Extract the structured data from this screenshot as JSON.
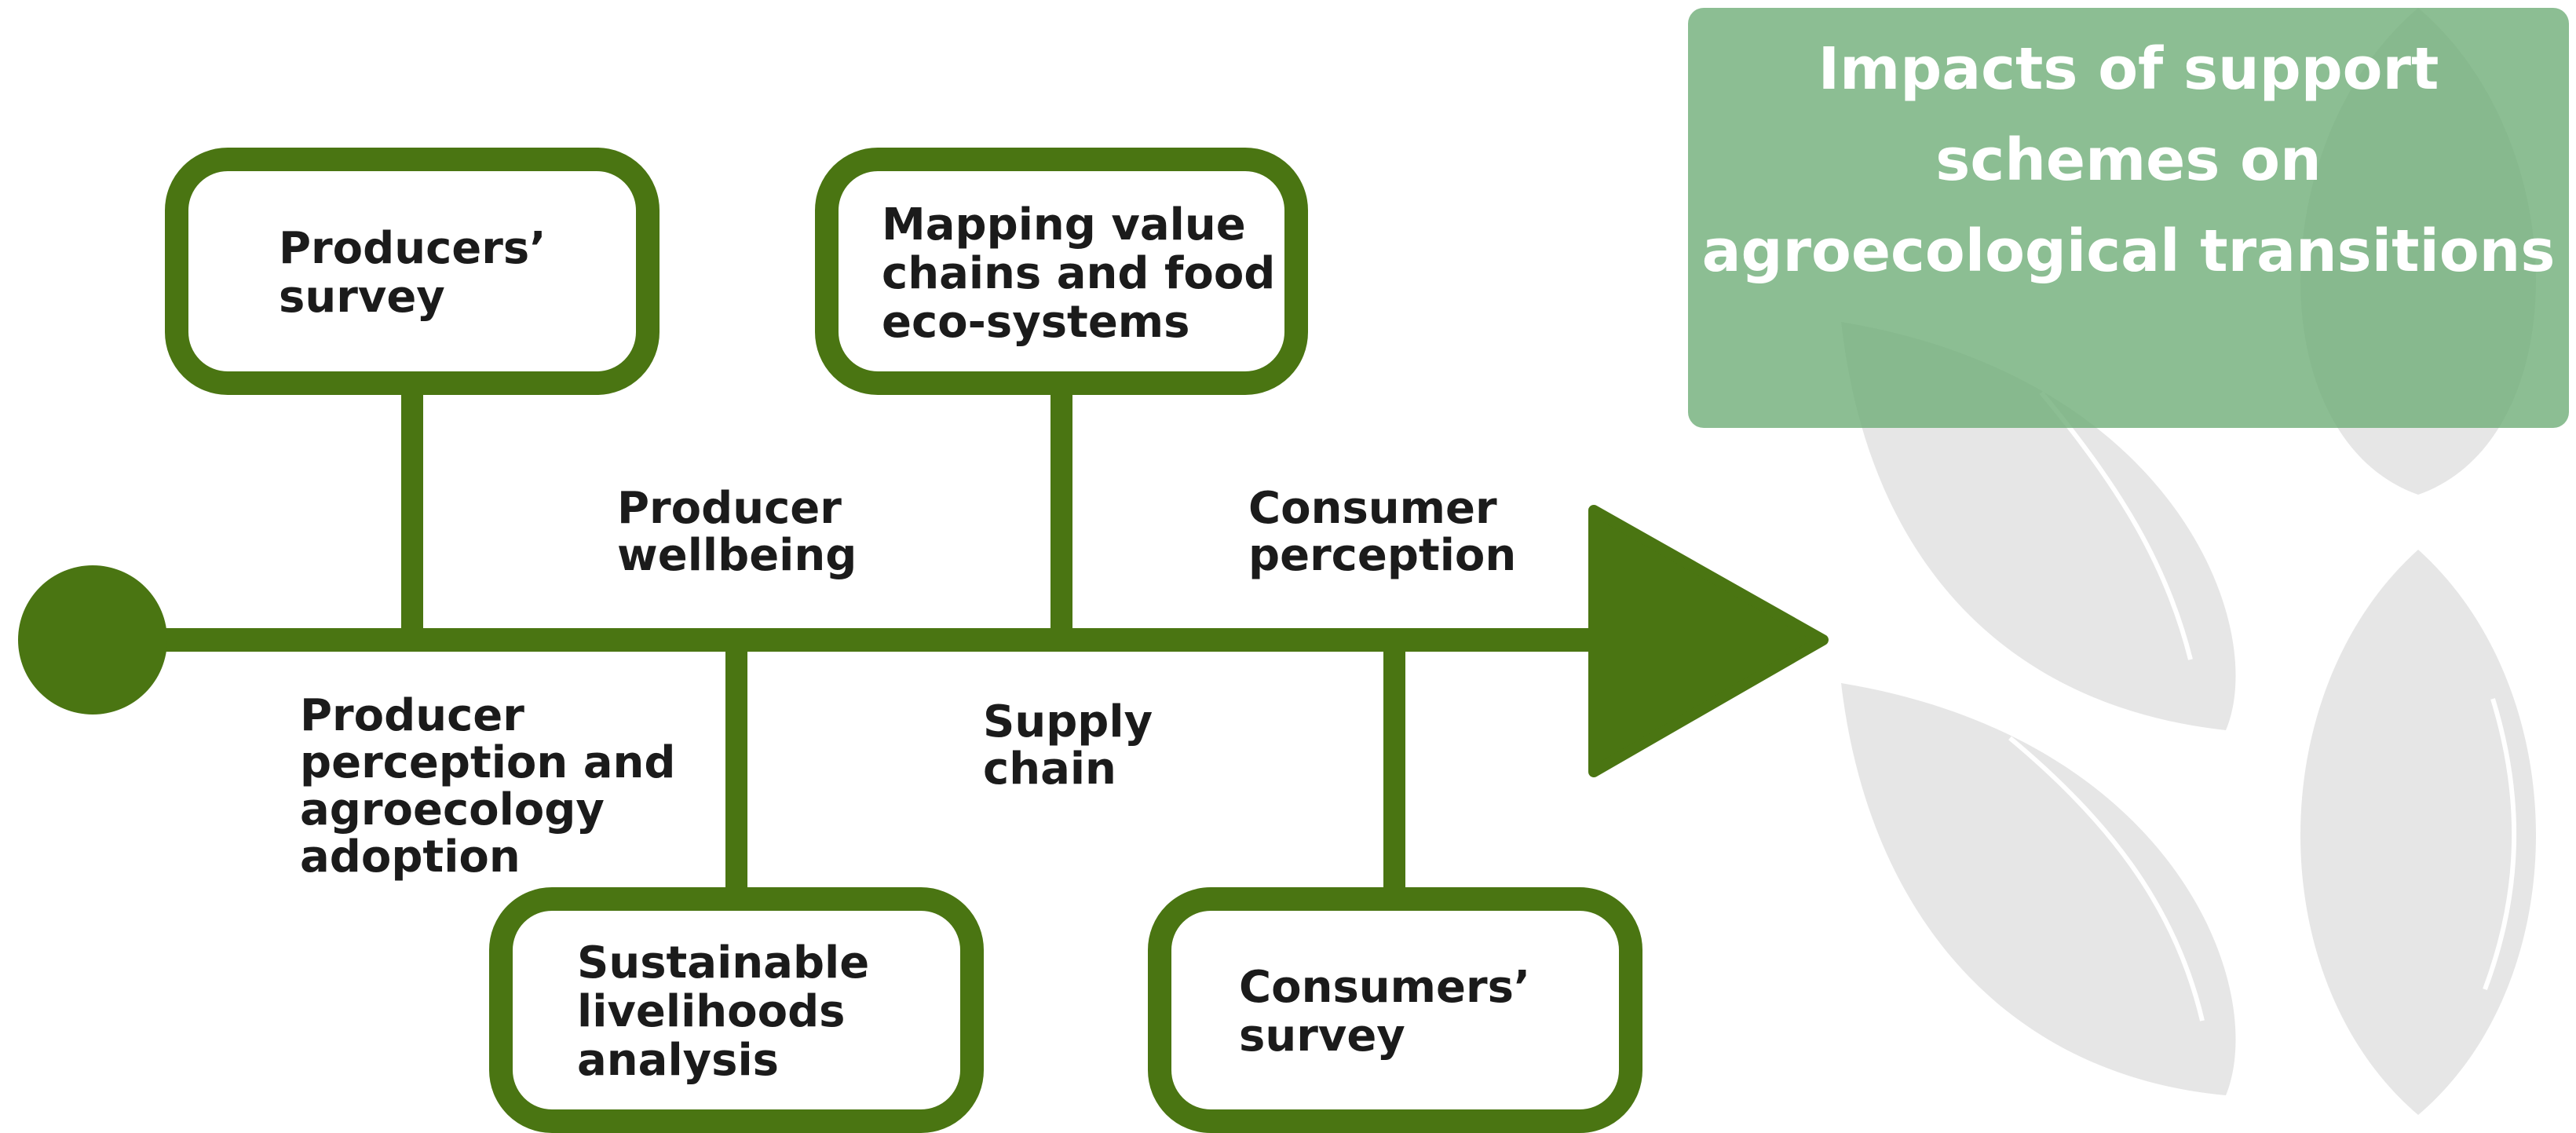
{
  "title": "Impacts of support schemes on agroecological transitions",
  "colors": {
    "spine": "#4a7512",
    "title_bg": "#6fae78",
    "leaf": "#e6e6e6",
    "text": "#1b1b1b"
  },
  "boxes": {
    "producers_survey": [
      "Producers’",
      "survey"
    ],
    "mapping": [
      "Mapping value",
      "chains and food",
      "eco-systems"
    ],
    "livelihoods": [
      "Sustainable",
      "livelihoods",
      "analysis"
    ],
    "consumers_survey": [
      "Consumers’",
      "survey"
    ]
  },
  "labels": {
    "producer_wellbeing": [
      "Producer",
      "wellbeing"
    ],
    "consumer_perception": [
      "Consumer",
      "perception"
    ],
    "producer_perception": [
      "Producer",
      "perception and",
      "agroecology",
      "adoption"
    ],
    "supply_chain": [
      "Supply",
      "chain"
    ]
  }
}
